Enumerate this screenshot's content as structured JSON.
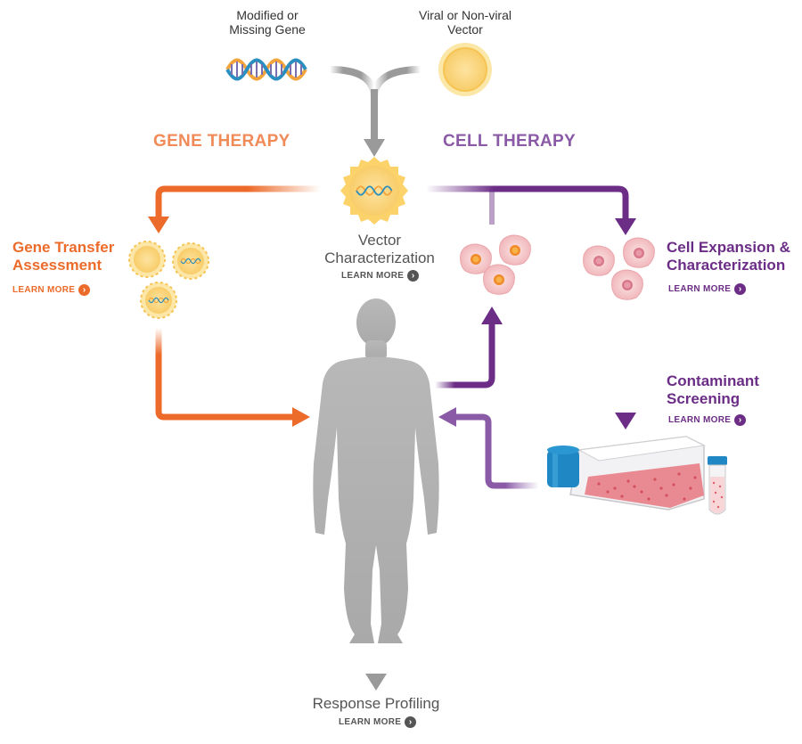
{
  "inputs": {
    "gene_label": "Modified or\nMissing Gene",
    "vector_label": "Viral or Non-viral\nVector"
  },
  "sections": {
    "gene_therapy": "GENE THERAPY",
    "cell_therapy": "CELL THERAPY"
  },
  "steps": {
    "vector_characterization": {
      "title": "Vector\nCharacterization",
      "link": "LEARN MORE"
    },
    "gene_transfer": {
      "title": "Gene Transfer\nAssessment",
      "link": "LEARN MORE"
    },
    "cell_expansion": {
      "title": "Cell Expansion &\nCharacterization",
      "link": "LEARN MORE"
    },
    "contaminant": {
      "title": "Contaminant\nScreening",
      "link": "LEARN MORE"
    },
    "response": {
      "title": "Response Profiling",
      "link": "LEARN MORE"
    }
  },
  "colors": {
    "orange": "#ec6b2a",
    "purple": "#6b2d86",
    "gray": "#9a9a9a",
    "vector_yellow": "#fbd98a",
    "cell_pink": "#f4c6c9",
    "flask_cap": "#1f88c4"
  },
  "icons": [
    "dna-icon",
    "vector-particle-icon",
    "cell-icon",
    "human-figure-icon",
    "culture-flask-icon",
    "test-tube-icon",
    "arrow-right-circle-icon"
  ]
}
